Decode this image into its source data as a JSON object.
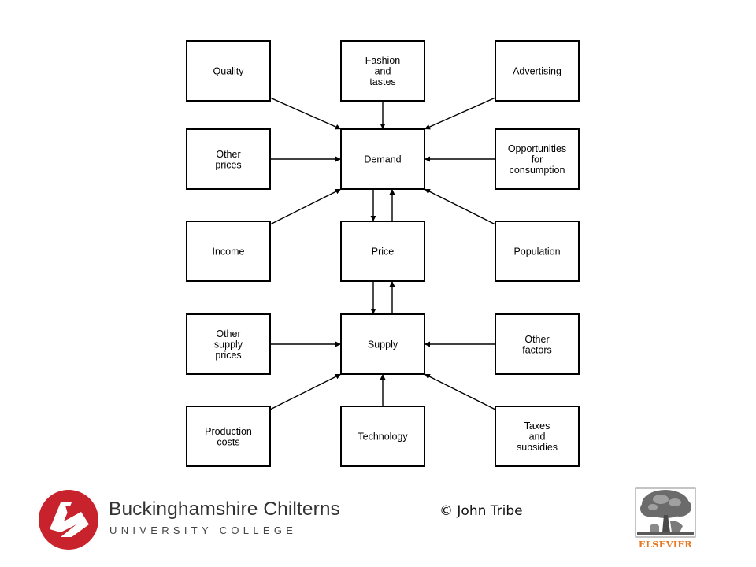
{
  "diagram": {
    "nodes": [
      {
        "id": "quality",
        "lines": [
          "Quality"
        ]
      },
      {
        "id": "fashion",
        "lines": [
          "Fashion",
          "and",
          "tastes"
        ]
      },
      {
        "id": "advertising",
        "lines": [
          "Advertising"
        ]
      },
      {
        "id": "other-prices",
        "lines": [
          "Other",
          "prices"
        ]
      },
      {
        "id": "demand",
        "lines": [
          "Demand"
        ]
      },
      {
        "id": "opportunities",
        "lines": [
          "Opportunities",
          "for",
          "consumption"
        ]
      },
      {
        "id": "income",
        "lines": [
          "Income"
        ]
      },
      {
        "id": "price",
        "lines": [
          "Price"
        ]
      },
      {
        "id": "population",
        "lines": [
          "Population"
        ]
      },
      {
        "id": "other-supply-prices",
        "lines": [
          "Other",
          "supply",
          "prices"
        ]
      },
      {
        "id": "supply",
        "lines": [
          "Supply"
        ]
      },
      {
        "id": "other-factors",
        "lines": [
          "Other",
          "factors"
        ]
      },
      {
        "id": "production-costs",
        "lines": [
          "Production",
          "costs"
        ]
      },
      {
        "id": "technology",
        "lines": [
          "Technology"
        ]
      },
      {
        "id": "taxes",
        "lines": [
          "Taxes",
          "and",
          "subsidies"
        ]
      }
    ],
    "edges": [
      {
        "from": "quality",
        "to": "demand"
      },
      {
        "from": "fashion",
        "to": "demand"
      },
      {
        "from": "advertising",
        "to": "demand"
      },
      {
        "from": "other-prices",
        "to": "demand"
      },
      {
        "from": "opportunities",
        "to": "demand"
      },
      {
        "from": "income",
        "to": "demand"
      },
      {
        "from": "population",
        "to": "demand"
      },
      {
        "from": "demand",
        "to": "price"
      },
      {
        "from": "price",
        "to": "demand"
      },
      {
        "from": "price",
        "to": "supply"
      },
      {
        "from": "supply",
        "to": "price"
      },
      {
        "from": "other-supply-prices",
        "to": "supply"
      },
      {
        "from": "other-factors",
        "to": "supply"
      },
      {
        "from": "production-costs",
        "to": "supply"
      },
      {
        "from": "technology",
        "to": "supply"
      },
      {
        "from": "taxes",
        "to": "supply"
      }
    ]
  },
  "footer": {
    "college_name": "Buckinghamshire Chilterns",
    "college_sub": "UNIVERSITY COLLEGE",
    "copyright": "© John Tribe",
    "publisher": "ELSEVIER",
    "colors": {
      "bcuc_red": "#c8232c",
      "elsevier_orange": "#e87722"
    }
  }
}
